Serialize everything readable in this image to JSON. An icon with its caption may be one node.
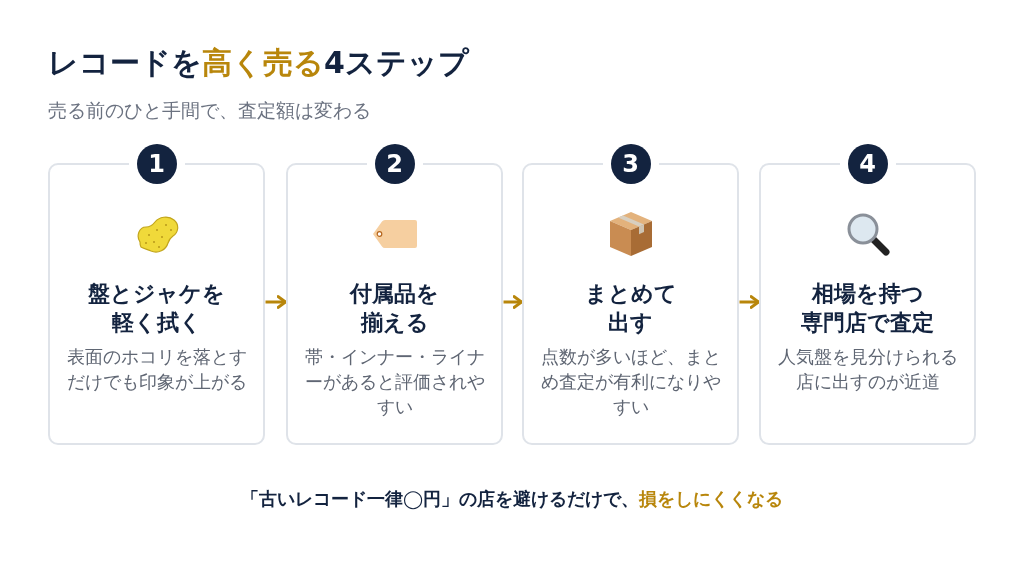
{
  "diagram": {
    "title": "レコードを**高く売る**4ステップ",
    "caption": "「古いレコード一律◯円」の店を避けるだけで、**損をしにくくなる**",
    "nodes": [
      {
        "text": [
          "1",
          "盤とジャケを軽く拭く",
          "表面のホコリを落とすだけでも印象が上がる"
        ]
      },
      {
        "text": [
          "2",
          "付属品を揃える",
          "帯・インナー・ライナーがあると評価されやすい"
        ]
      },
      {
        "text": [
          "3",
          "まとめて出す",
          "点数が多いほど、まとめ査定が有利になりやすい"
        ]
      },
      {
        "text": [
          "4",
          "相場を持つ専門店で査定",
          "人気盤を見分けられる店に出すのが近道"
        ]
      }
    ],
    "edges": [
      {
        "from": 0,
        "to": 1,
        "arrow": "to"
      },
      {
        "from": 1,
        "to": 2,
        "arrow": "to"
      },
      {
        "from": 2,
        "to": 3,
        "arrow": "to"
      }
    ],
    "labels": [
      "売る前のひと手間で、査定額は変わる"
    ]
  }
}
